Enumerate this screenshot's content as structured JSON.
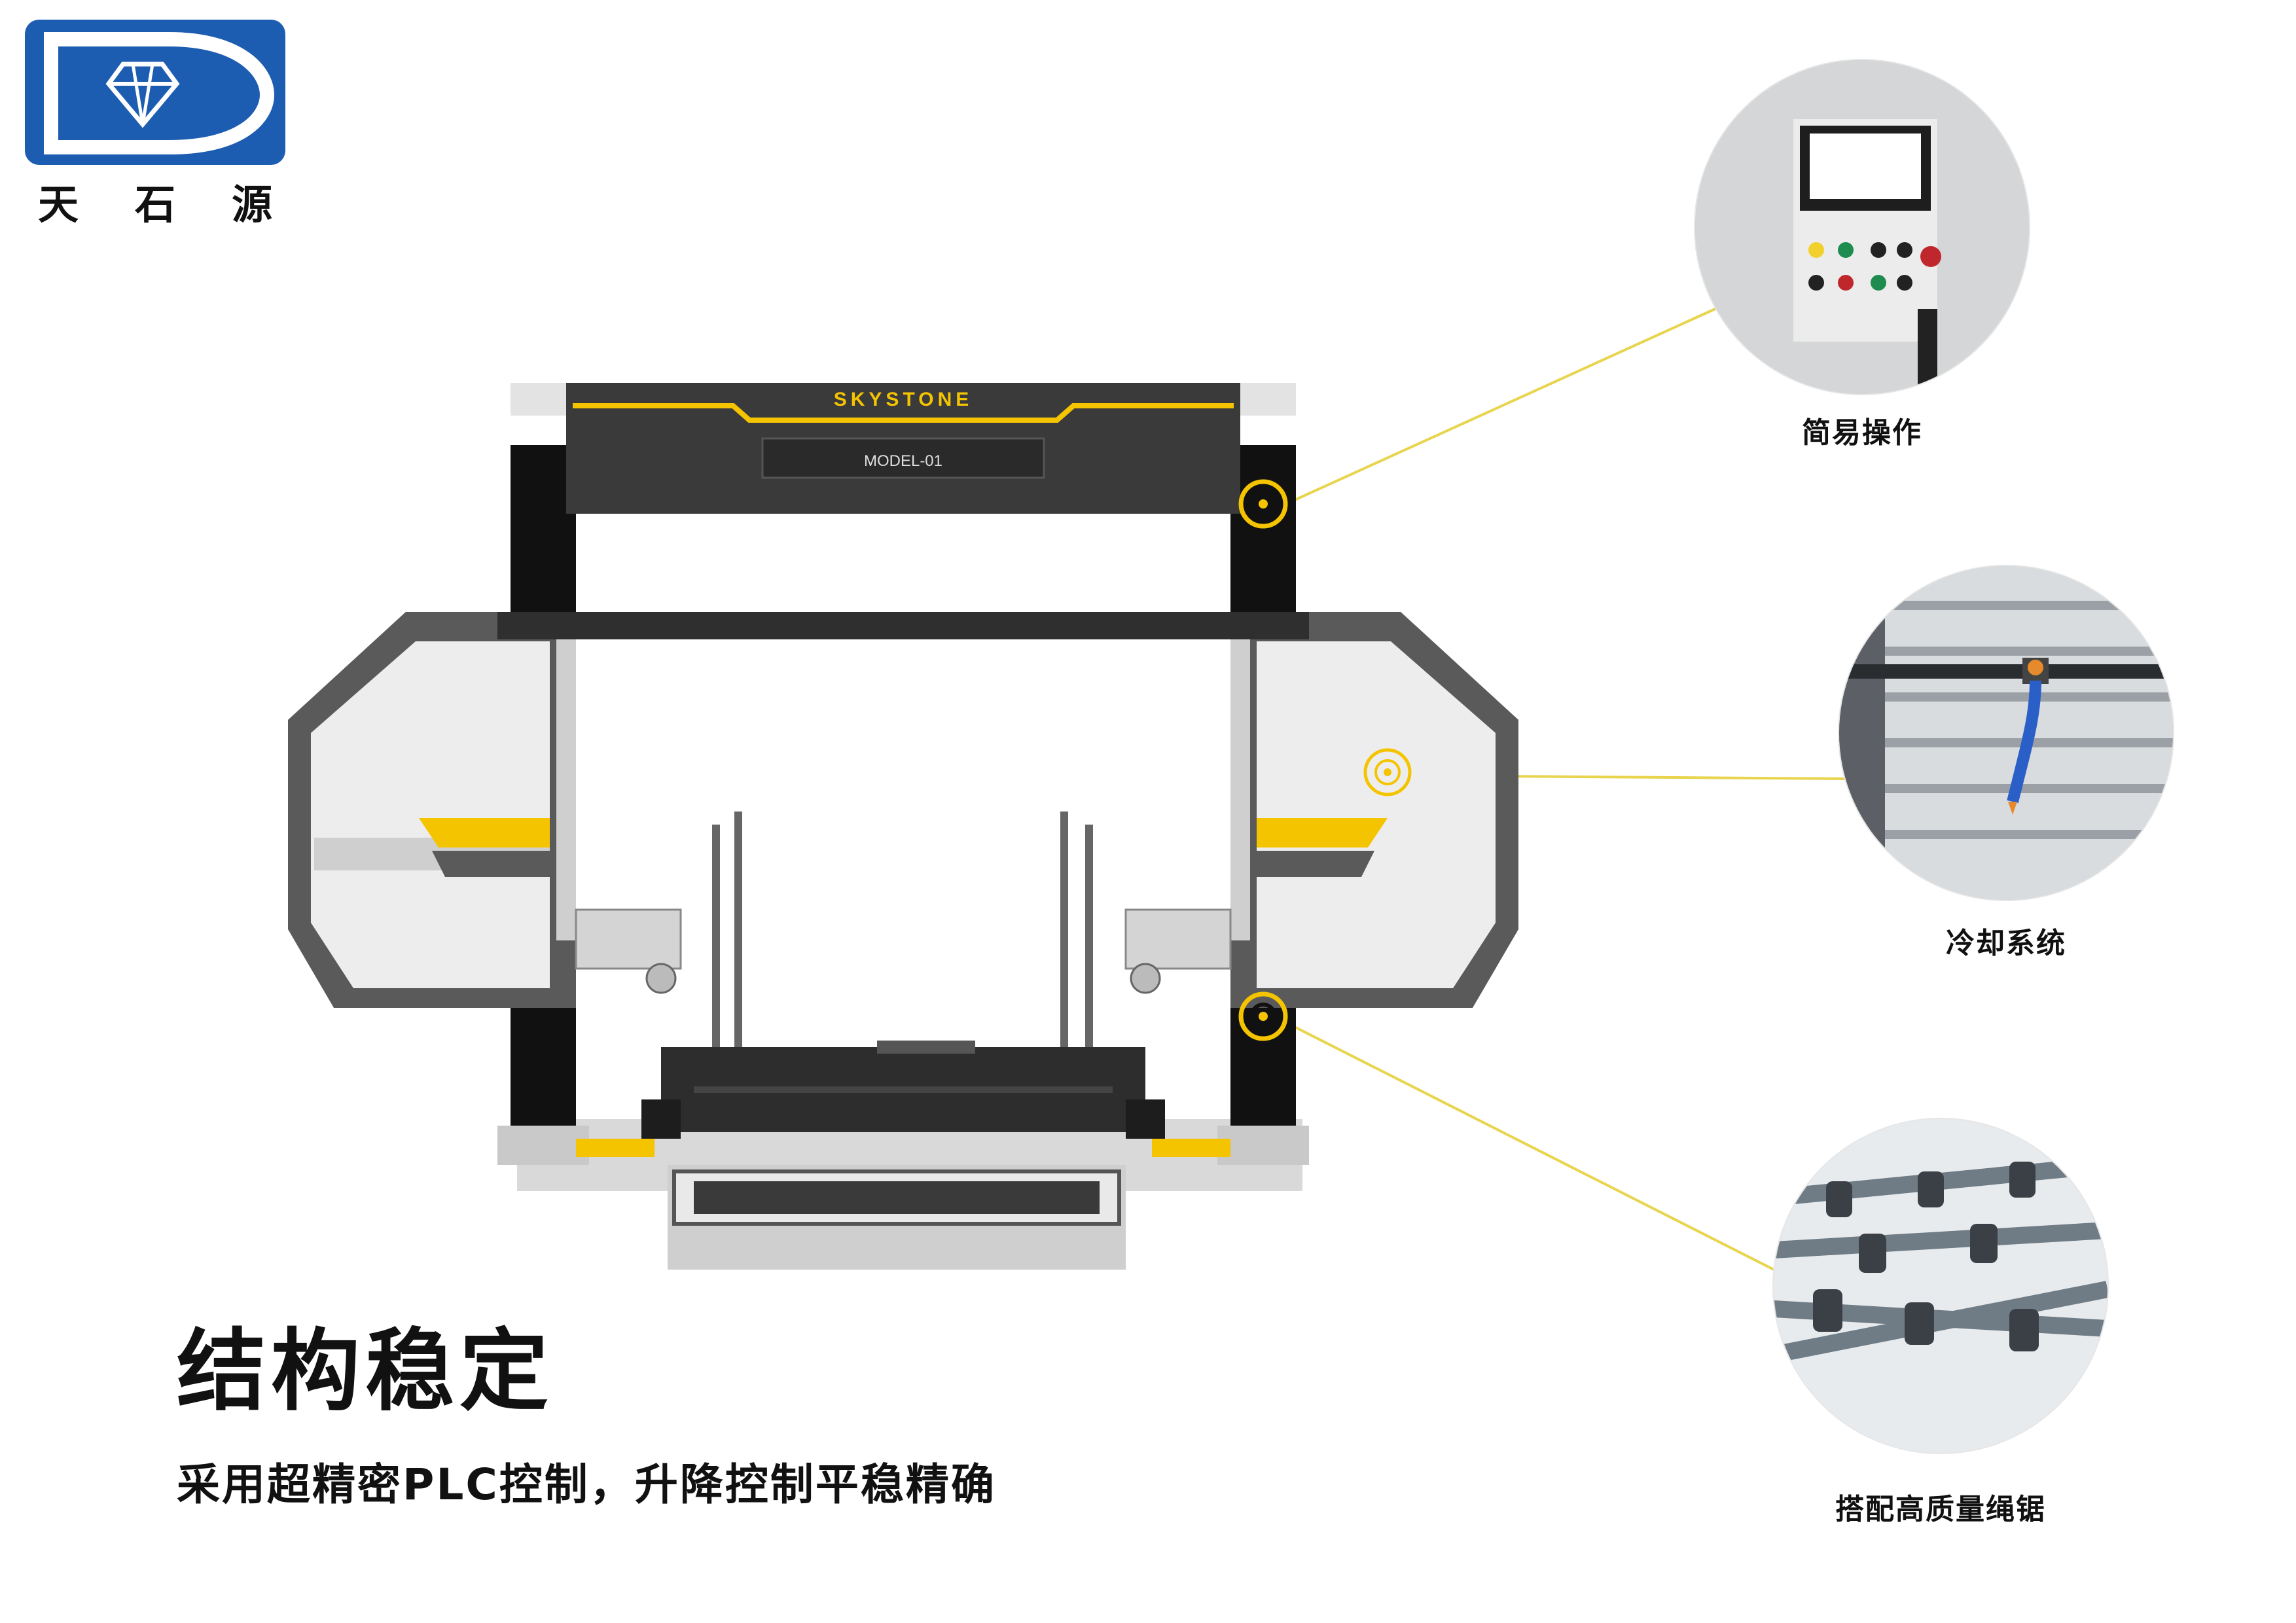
{
  "brand": {
    "name": "天 石 源",
    "chars": [
      "天",
      "石",
      "源"
    ],
    "color": "#1d5db1"
  },
  "machine": {
    "brand_label": "SKYSTONE",
    "model_label": "MODEL-01",
    "accent_color": "#f5c400",
    "frame_color": "#2a2a2a"
  },
  "callouts": [
    {
      "label": "简易操作",
      "icon": "control-panel-photo"
    },
    {
      "label": "冷却系统",
      "icon": "cooling-nozzle-photo"
    },
    {
      "label": "搭配高质量绳锯",
      "icon": "diamond-wire-saw-photo"
    }
  ],
  "headline": "结构稳定",
  "subtext": "采用超精密PLC控制，升降控制平稳精确"
}
